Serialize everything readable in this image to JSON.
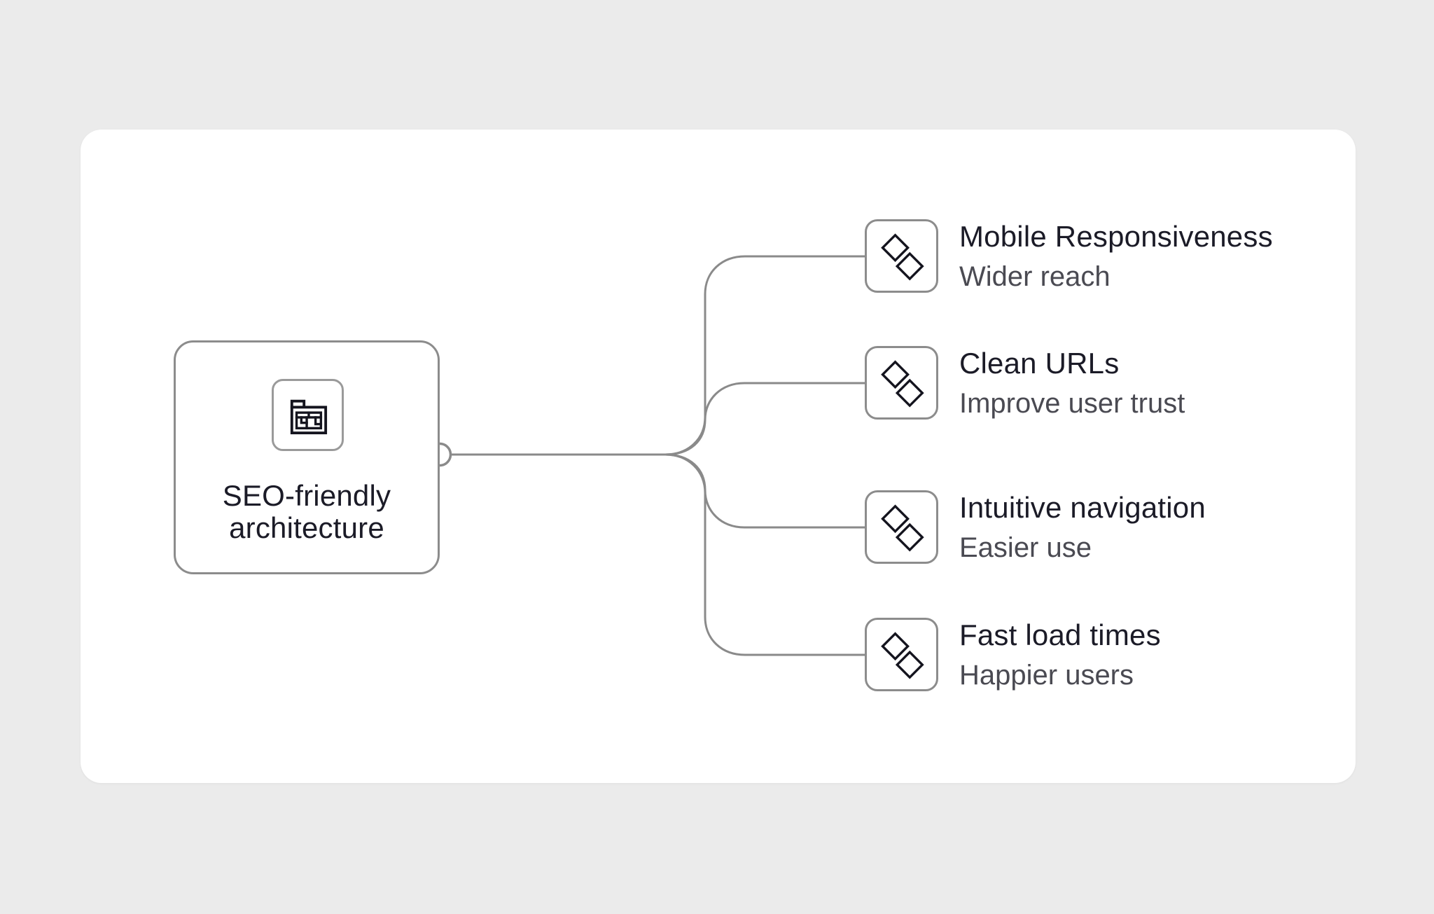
{
  "diagram": {
    "root": {
      "label": "SEO-friendly architecture",
      "icon": "folder-structure-icon"
    },
    "nodes": [
      {
        "title": "Mobile Responsiveness",
        "subtitle": "Wider reach",
        "icon": "diamonds-icon"
      },
      {
        "title": "Clean URLs",
        "subtitle": "Improve user trust",
        "icon": "diamonds-icon"
      },
      {
        "title": "Intuitive navigation",
        "subtitle": "Easier use",
        "icon": "diamonds-icon"
      },
      {
        "title": "Fast load times",
        "subtitle": "Happier users",
        "icon": "diamonds-icon"
      }
    ],
    "colors": {
      "background": "#ebebeb",
      "card": "#ffffff",
      "node_border": "#8c8c8c",
      "connector": "#8a8a8a",
      "title_text": "#1b1b27",
      "subtitle_text": "#4a4a52",
      "icon_stroke": "#14141e"
    }
  }
}
